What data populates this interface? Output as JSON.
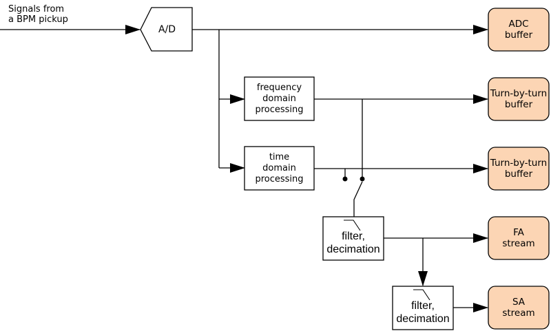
{
  "source": {
    "lines": [
      "Signals from",
      "a BPM pickup"
    ]
  },
  "converter": {
    "label": "A/D"
  },
  "processing": {
    "frequency": {
      "lines": [
        "frequency",
        "domain",
        "processing"
      ]
    },
    "time": {
      "lines": [
        "time",
        "domain",
        "processing"
      ]
    }
  },
  "filters": {
    "fa": {
      "lines": [
        "filter,",
        "decimation"
      ]
    },
    "sa": {
      "lines": [
        "filter,",
        "decimation"
      ]
    }
  },
  "outputs": {
    "adc": {
      "lines": [
        "ADC",
        "buffer"
      ]
    },
    "tbt_freq": {
      "lines": [
        "Turn-by-turn",
        "buffer"
      ]
    },
    "tbt_time": {
      "lines": [
        "Turn-by-turn",
        "buffer"
      ]
    },
    "fa": {
      "lines": [
        "FA",
        "stream"
      ]
    },
    "sa": {
      "lines": [
        "SA",
        "stream"
      ]
    }
  },
  "colors": {
    "output_fill": "#fcd5b4",
    "stroke": "#000000",
    "box_fill": "#ffffff"
  }
}
